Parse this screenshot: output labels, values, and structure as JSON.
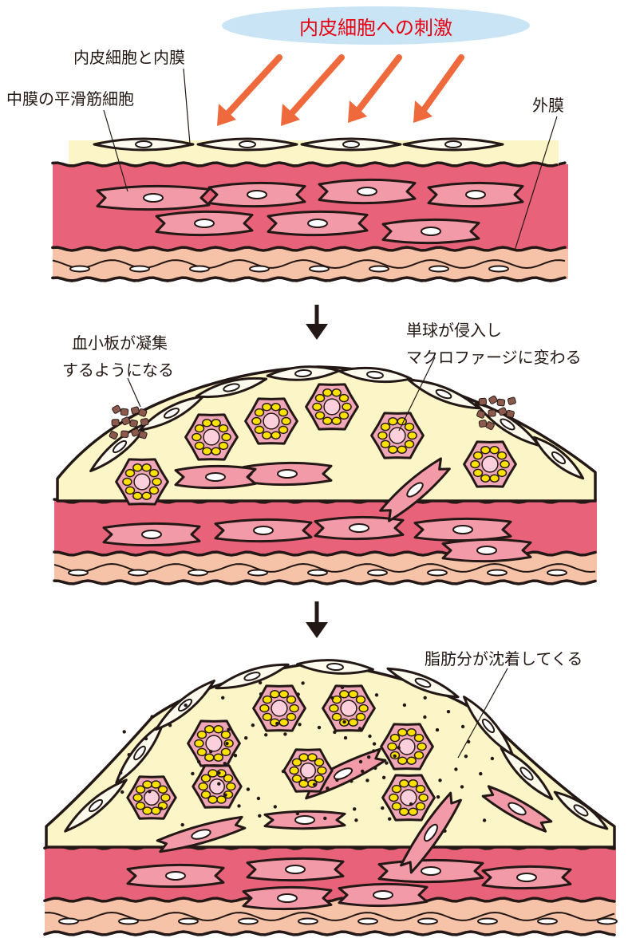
{
  "title": "内皮細胞への刺激",
  "labels": {
    "endothelium_intima": "内皮細胞と内膜",
    "media_smooth_muscle": "中膜の平滑筋細胞",
    "adventitia": "外膜",
    "platelet_line1": "血小板が凝集",
    "platelet_line2": "するようになる",
    "monocyte_line1": "単球が侵入し",
    "monocyte_line2": "マクロファージに変わる",
    "fat_deposit": "脂肪分が沈着してくる"
  },
  "colors": {
    "title_bubble": "#c9e4f5",
    "title_text": "#e60012",
    "arrow_red": "#ee6a3c",
    "intima": "#fbf5c8",
    "media": "#e8627a",
    "smooth_muscle_cell": "#f29aa8",
    "adventitia": "#f7c3a8",
    "macrophage": "#f0a8b8",
    "lipid_droplet": "#ffe100",
    "platelet": "#8c5a4c",
    "outline": "#231815"
  }
}
